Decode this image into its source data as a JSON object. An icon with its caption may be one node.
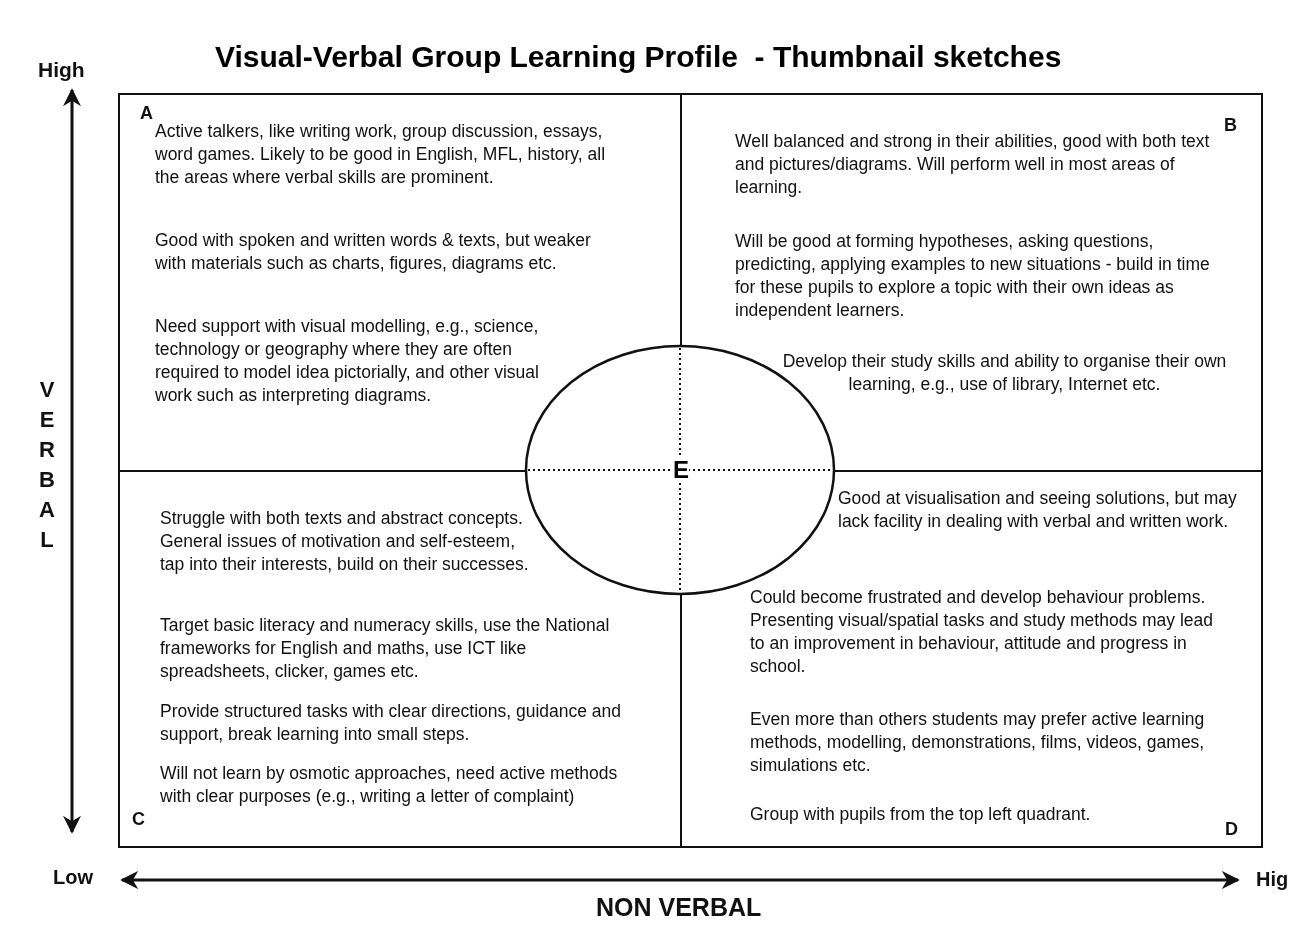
{
  "diagram": {
    "title": "Visual-Verbal Group Learning Profile  - Thumbnail sketches",
    "nodes": [
      {
        "text": [
          "A",
          "Active talkers, like writing work, group discussion, essays, word games. Likely to be good in English, MFL, history, all the areas where verbal skills are prominent.",
          "Good with spoken and written words & texts, but weaker with materials such as charts, figures, diagrams etc.",
          "Need support with visual modelling, e.g., science, technology or geography where they are often required to model idea pictorially, and other visual work such as interpreting diagrams."
        ]
      },
      {
        "text": [
          "B",
          "Well balanced and strong in their abilities, good with both text and pictures/diagrams. Will perform well in most areas of learning.",
          "Will be good at forming hypotheses, asking questions, predicting, applying examples to new situations - build in time for these pupils to explore a topic with their own ideas as independent learners.",
          "Develop their study skills and ability to organise their own learning, e.g., use of library, Internet etc."
        ]
      },
      {
        "text": [
          "C",
          "Struggle with both texts and abstract concepts. General issues of motivation and self-esteem, tap into their interests, build on their successes.",
          "Target basic literacy and numeracy skills, use the National frameworks for English and maths, use ICT like spreadsheets, clicker, games etc.",
          "Provide structured tasks with clear directions, guidance and support, break learning into small steps.",
          "Will not learn by osmotic approaches, need active methods with clear purposes (e.g., writing a letter of complaint)"
        ]
      },
      {
        "text": [
          "D",
          "Good at visualisation and seeing solutions, but may lack facility in dealing with verbal and written work.",
          "Could become frustrated and develop behaviour problems. Presenting visual/spatial  tasks and study methods may lead to an improvement in behaviour, attitude and progress in school.",
          "Even more than others students may prefer active learning methods, modelling, demonstrations, films, videos, games, simulations etc.",
          "Group with pupils from the top left quadrant."
        ]
      },
      {
        "text": [
          "E"
        ]
      }
    ],
    "edges": [],
    "labels": [
      "High",
      "VERBAL",
      "Low",
      "NON VERBAL",
      "Hig"
    ]
  }
}
